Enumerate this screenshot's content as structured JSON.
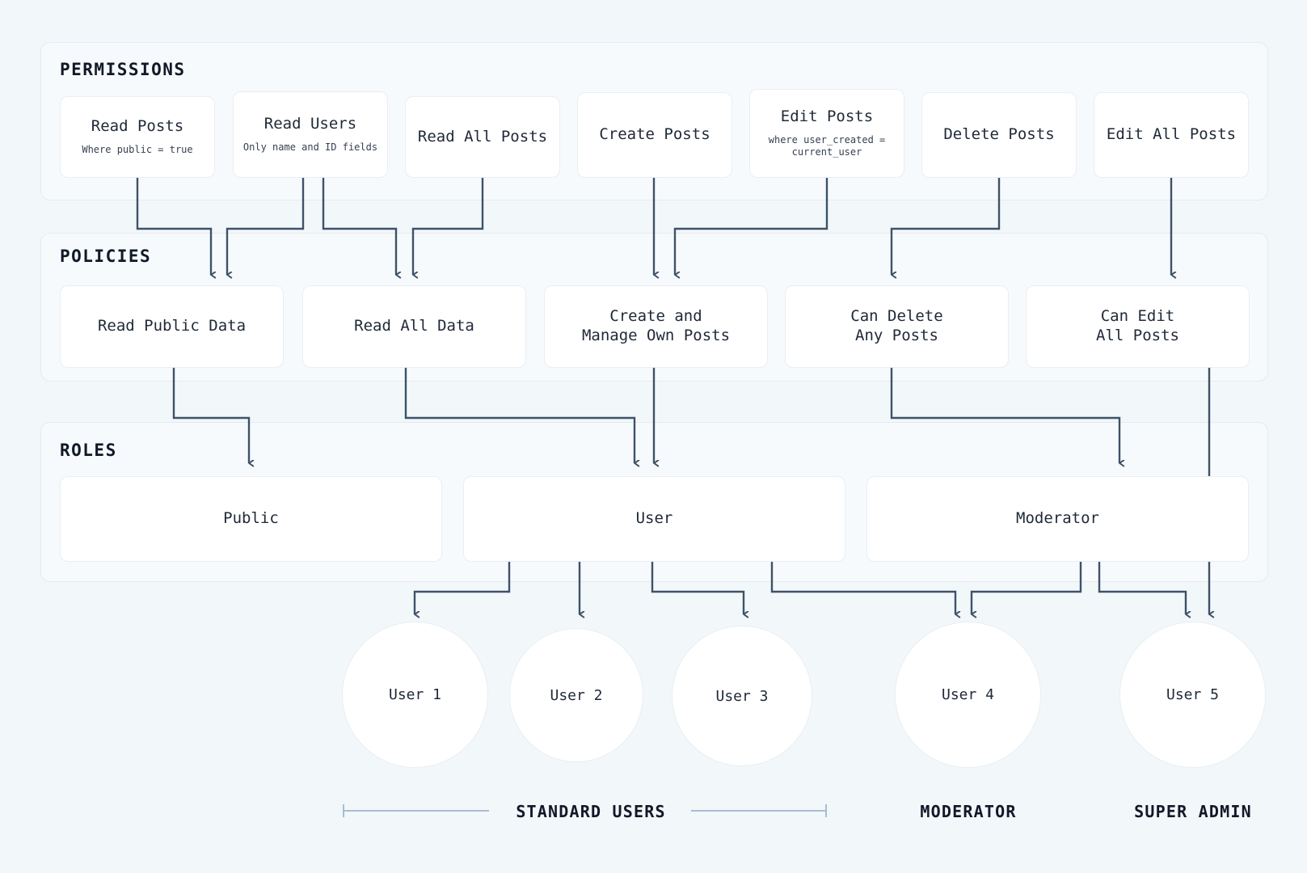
{
  "theme": {
    "page_background": "#f2f7fa",
    "panel_background": "#f7fafc",
    "panel_border": "#e4ecf2",
    "node_background": "#ffffff",
    "node_border": "#e9eef3",
    "connector_color": "#3e5269",
    "bracket_color": "#a8bdd0",
    "text_color": "#1f2937"
  },
  "sections": {
    "permissions": {
      "title": "PERMISSIONS"
    },
    "policies": {
      "title": "POLICIES"
    },
    "roles": {
      "title": "ROLES"
    }
  },
  "permissions": [
    {
      "title": "Read Posts",
      "sub": "Where public = true"
    },
    {
      "title": "Read Users",
      "sub": "Only name and ID fields"
    },
    {
      "title": "Read All Posts",
      "sub": ""
    },
    {
      "title": "Create Posts",
      "sub": ""
    },
    {
      "title": "Edit Posts",
      "sub": "where user_created =\ncurrent_user"
    },
    {
      "title": "Delete Posts",
      "sub": ""
    },
    {
      "title": "Edit All Posts",
      "sub": ""
    }
  ],
  "policies": [
    {
      "title": "Read Public Data"
    },
    {
      "title": "Read All Data"
    },
    {
      "title": "Create and\nManage Own Posts"
    },
    {
      "title": "Can Delete\nAny Posts"
    },
    {
      "title": "Can Edit\nAll Posts"
    }
  ],
  "roles": [
    {
      "title": "Public"
    },
    {
      "title": "User"
    },
    {
      "title": "Moderator"
    }
  ],
  "users": [
    {
      "label": "User 1"
    },
    {
      "label": "User 2"
    },
    {
      "label": "User 3"
    },
    {
      "label": "User 4"
    },
    {
      "label": "User 5"
    }
  ],
  "group_labels": [
    {
      "label": "STANDARD USERS",
      "bracket": true
    },
    {
      "label": "MODERATOR",
      "bracket": false
    },
    {
      "label": "SUPER ADMIN",
      "bracket": false
    }
  ]
}
